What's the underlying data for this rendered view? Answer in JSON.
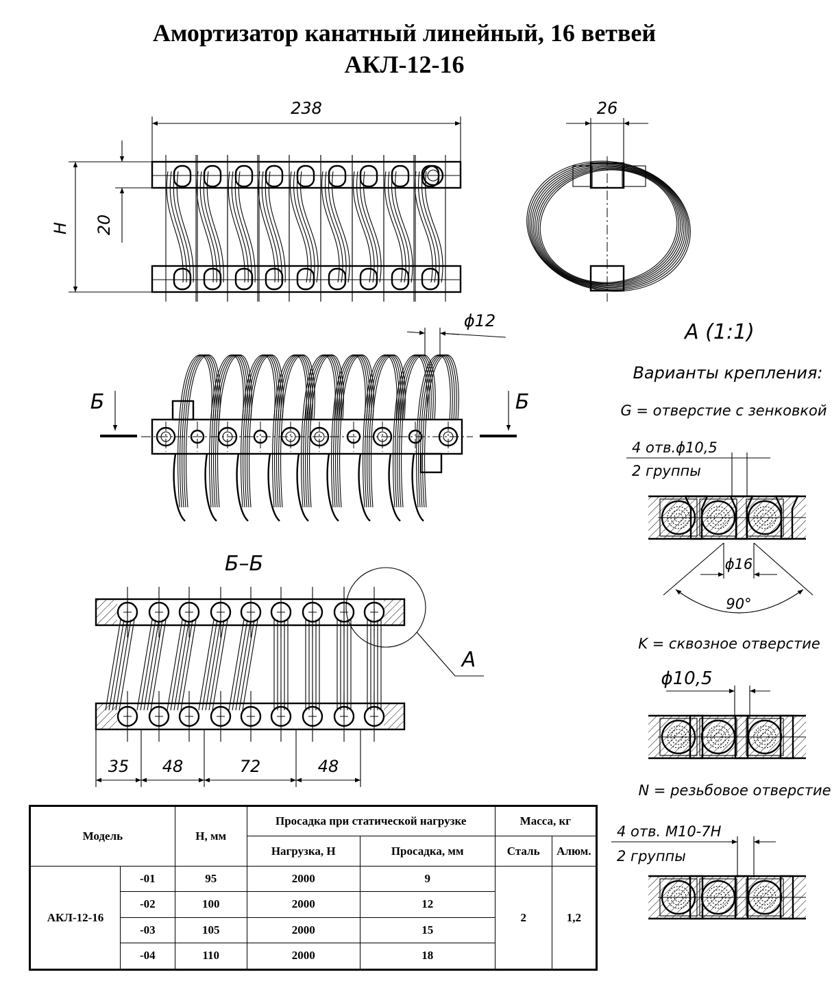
{
  "title": {
    "line1": "Амортизатор канатный линейный, 16 ветвей",
    "line2": "АКЛ-12-16"
  },
  "front_view": {
    "dim_length": "238",
    "dim_H": "H",
    "dim_bar_height": "20"
  },
  "side_view": {
    "dim_width": "26"
  },
  "top_view": {
    "dim_cable_dia": "ϕ12",
    "section_left": "Б",
    "section_right": "Б"
  },
  "section_view": {
    "label": "Б–Б",
    "detail_callout": "A",
    "dims": [
      "35",
      "48",
      "72",
      "48"
    ]
  },
  "detail": {
    "title": "A (1:1)",
    "subtitle": "Варианты крепления:",
    "variant_g": {
      "caption": "G = отверстие с зенковкой",
      "holes_line1": "4 отв.ϕ10,5",
      "holes_line2": "2 группы",
      "dim_csk": "ϕ16",
      "angle": "90°"
    },
    "variant_k": {
      "caption": "K = сквозное отверстие",
      "dim_hole": "ϕ10,5"
    },
    "variant_n": {
      "caption": "N = резьбовое отверстие",
      "holes_line1": "4 отв. M10-7H",
      "holes_line2": "2 группы"
    }
  },
  "table": {
    "headers": {
      "model": "Модель",
      "h": "H, мм",
      "sag_group": "Просадка при статической нагрузке",
      "load": "Нагрузка, Н",
      "sag": "Просадка, мм",
      "mass_group": "Масса, кг",
      "steel": "Сталь",
      "alu": "Алюм."
    },
    "model_name": "АКЛ-12-16",
    "rows": [
      {
        "suffix": "-01",
        "h": "95",
        "load": "2000",
        "sag": "9"
      },
      {
        "suffix": "-02",
        "h": "100",
        "load": "2000",
        "sag": "12"
      },
      {
        "suffix": "-03",
        "h": "105",
        "load": "2000",
        "sag": "15"
      },
      {
        "suffix": "-04",
        "h": "110",
        "load": "2000",
        "sag": "18"
      }
    ],
    "mass_steel": "2",
    "mass_alu": "1,2"
  }
}
